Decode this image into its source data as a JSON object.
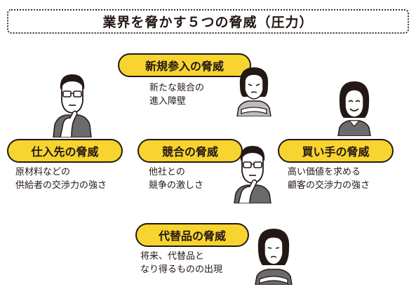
{
  "title": "業界を脅かす５つの脅威（圧力）",
  "colors": {
    "pill": "#f7d42f",
    "ink": "#231815",
    "face": "#ffffff"
  },
  "forces": [
    {
      "key": "new-entrants",
      "label": "新規参入の脅威",
      "desc": "新たな競合の\n進入障壁"
    },
    {
      "key": "suppliers",
      "label": "仕入先の脅威",
      "desc": "原材料などの\n供給者の交渉力の強さ"
    },
    {
      "key": "rivalry",
      "label": "競合の脅威",
      "desc": "他社との\n競争の激しさ"
    },
    {
      "key": "buyers",
      "label": "買い手の脅威",
      "desc": "高い価値を求める\n顧客の交渉力の強さ"
    },
    {
      "key": "substitutes",
      "label": "代替品の脅威",
      "desc": "将来、代替品と\nなり得るものの出現"
    }
  ]
}
